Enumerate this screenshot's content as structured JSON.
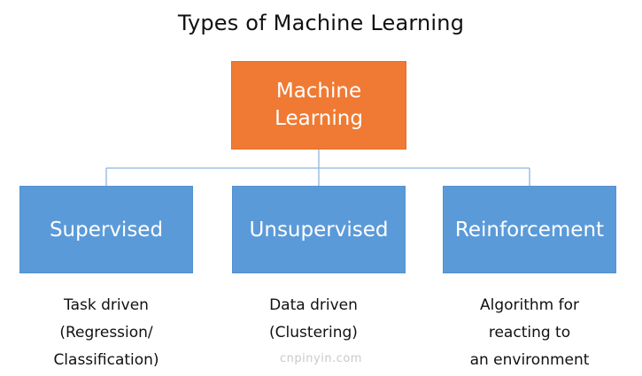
{
  "title": "Types of Machine Learning",
  "root": {
    "label": "Machine\nLearning",
    "color": "#f07a33"
  },
  "children": [
    {
      "label": "Supervised",
      "description": "Task driven\n(Regression/\nClassification)"
    },
    {
      "label": "Unsupervised",
      "description": "Data driven\n(Clustering)"
    },
    {
      "label": "Reinforcement",
      "description": "Algorithm for\nreacting to\nan environment"
    }
  ],
  "child_color": "#5b9ad8",
  "connector_color": "#9fbfe0",
  "watermark": "cnpinyin.com"
}
